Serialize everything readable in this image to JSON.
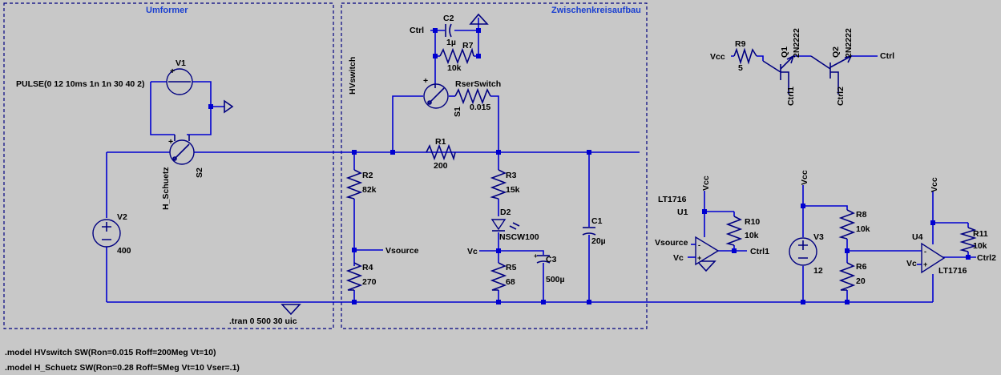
{
  "blocks": {
    "umformer": "Umformer",
    "zwischenkreis": "Zwischenkreisaufbau",
    "hvswitch": "HVswitch"
  },
  "v1": {
    "name": "V1",
    "value": "PULSE(0 12 10ms 1n 1n 30 40 2)"
  },
  "v2": {
    "name": "V2",
    "value": "400"
  },
  "v3": {
    "name": "V3",
    "value": "12"
  },
  "s2": {
    "name": "S2",
    "model": "H_Schuetz"
  },
  "s1": {
    "name": "S1"
  },
  "c2": {
    "name": "C2",
    "value": "1µ"
  },
  "r7": {
    "name": "R7",
    "value": "10k"
  },
  "rser": {
    "name": "RserSwitch",
    "value": "0.015"
  },
  "r1": {
    "name": "R1",
    "value": "200"
  },
  "r2": {
    "name": "R2",
    "value": "82k"
  },
  "r3": {
    "name": "R3",
    "value": "15k"
  },
  "r4": {
    "name": "R4",
    "value": "270"
  },
  "r5": {
    "name": "R5",
    "value": "68"
  },
  "r6": {
    "name": "R6",
    "value": "20"
  },
  "r8": {
    "name": "R8",
    "value": "10k"
  },
  "r9": {
    "name": "R9",
    "value": "5"
  },
  "r10": {
    "name": "R10",
    "value": "10k"
  },
  "r11": {
    "name": "R11",
    "value": "10k"
  },
  "d2": {
    "name": "D2",
    "value": "NSCW100"
  },
  "c1": {
    "name": "C1",
    "value": "20µ"
  },
  "c3": {
    "name": "C3",
    "value": "500µ"
  },
  "q1": {
    "name": "Q1",
    "value": "2N2222"
  },
  "q2": {
    "name": "Q2",
    "value": "2N2222"
  },
  "u1": {
    "name": "U1",
    "part": "LT1716"
  },
  "u4": {
    "name": "U4",
    "part": "LT1716"
  },
  "nets": {
    "ctrl": "Ctrl",
    "ctrl1": "Ctrl1",
    "ctrl2": "Ctrl2",
    "vcc": "Vcc",
    "vc": "Vc",
    "vsource": "Vsource"
  },
  "directives": {
    "tran": ".tran 0 500 30 uic",
    "model_hv": ".model HVswitch SW(Ron=0.015 Roff=200Meg Vt=10)",
    "model_hs": ".model H_Schuetz SW(Ron=0.28 Roff=5Meg Vt=10 Vser=.1)"
  },
  "colors": {
    "background": "#c8c8c8",
    "wire": "#0000d0",
    "component": "#000080",
    "block_label": "#1a3fd0"
  }
}
